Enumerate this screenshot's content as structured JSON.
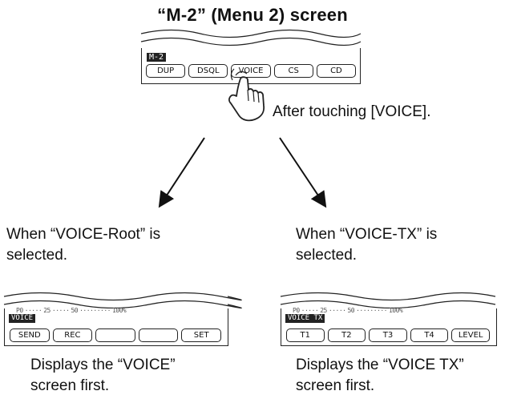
{
  "title": "“M-2” (Menu 2) screen",
  "menu_screen": {
    "tag": "M-2",
    "buttons": [
      "DUP",
      "DSQL",
      "VOICE",
      "CS",
      "CD"
    ]
  },
  "touch_caption": "After touching [VOICE].",
  "left": {
    "condition_line1": "When “VOICE-Root” is",
    "condition_line2": "selected.",
    "scale": [
      "P0",
      "25",
      "50",
      "100%"
    ],
    "tag": "VOICE",
    "buttons": [
      "SEND",
      "REC",
      "",
      "",
      "SET"
    ],
    "result_line1": "Displays the “VOICE”",
    "result_line2": "screen first."
  },
  "right": {
    "condition_line1": "When “VOICE-TX” is",
    "condition_line2": "selected.",
    "scale": [
      "P0",
      "25",
      "50",
      "100%"
    ],
    "tag": "VOICE TX",
    "buttons": [
      "T1",
      "T2",
      "T3",
      "T4",
      "LEVEL"
    ],
    "result_line1": "Displays the “VOICE TX”",
    "result_line2": "screen first."
  },
  "icons": [
    "hand-pointer-icon",
    "arrow-left-down-icon",
    "arrow-right-down-icon"
  ]
}
